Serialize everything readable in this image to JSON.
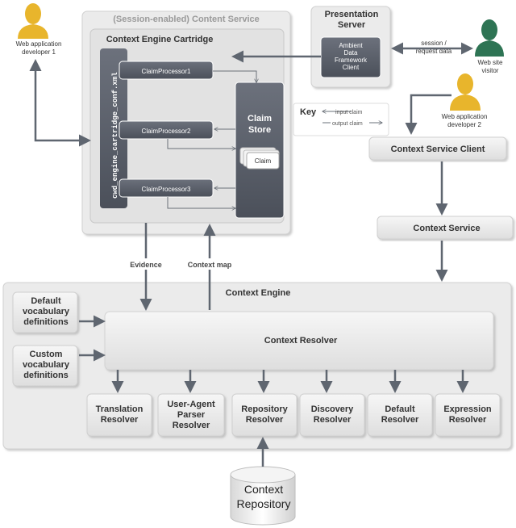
{
  "actors": {
    "dev1": "Web application developer 1",
    "dev1_line1": "Web application",
    "dev1_line2": "developer 1",
    "dev2_line1": "Web application",
    "dev2_line2": "developer 2",
    "visitor_line1": "Web site",
    "visitor_line2": "visitor"
  },
  "content_service": {
    "title": "(Session-enabled) Content Service",
    "cartridge_title": "Context Engine Cartridge",
    "conf_file": "cwd_engine_cartridge_conf.xml",
    "claim_processors": [
      "ClaimProcessor1",
      "ClaimProcessor2",
      "ClaimProcessor3"
    ],
    "claim_store_line1": "Claim",
    "claim_store_line2": "Store",
    "claim_label": "Claim"
  },
  "presentation": {
    "title_line1": "Presentation",
    "title_line2": "Server",
    "adf_lines": [
      "Ambient",
      "Data",
      "Framework",
      "Client"
    ],
    "session_line1": "session /",
    "session_line2": "request data"
  },
  "key": {
    "title": "Key",
    "input": "input claim",
    "output": "output claim"
  },
  "context_service_client": "Context Service Client",
  "context_service": "Context Service",
  "flows": {
    "evidence": "Evidence",
    "context_map": "Context map"
  },
  "context_engine": {
    "title": "Context Engine",
    "resolver": "Context Resolver",
    "default_vocab": [
      "Default",
      "vocabulary",
      "definitions"
    ],
    "custom_vocab": [
      "Custom",
      "vocabulary",
      "definitions"
    ],
    "resolvers": [
      [
        "Translation",
        "Resolver"
      ],
      [
        "User-Agent",
        "Parser",
        "Resolver"
      ],
      [
        "Repository",
        "Resolver"
      ],
      [
        "Discovery",
        "Resolver"
      ],
      [
        "Default",
        "Resolver"
      ],
      [
        "Expression",
        "Resolver"
      ]
    ]
  },
  "repository": [
    "Context",
    "Repository"
  ],
  "colors": {
    "dark_box": "#5a5f6a",
    "light_box": "#ebebeb",
    "arrow": "#5f6670",
    "person_yellow": "#e8b52c",
    "person_green": "#2e7454"
  }
}
